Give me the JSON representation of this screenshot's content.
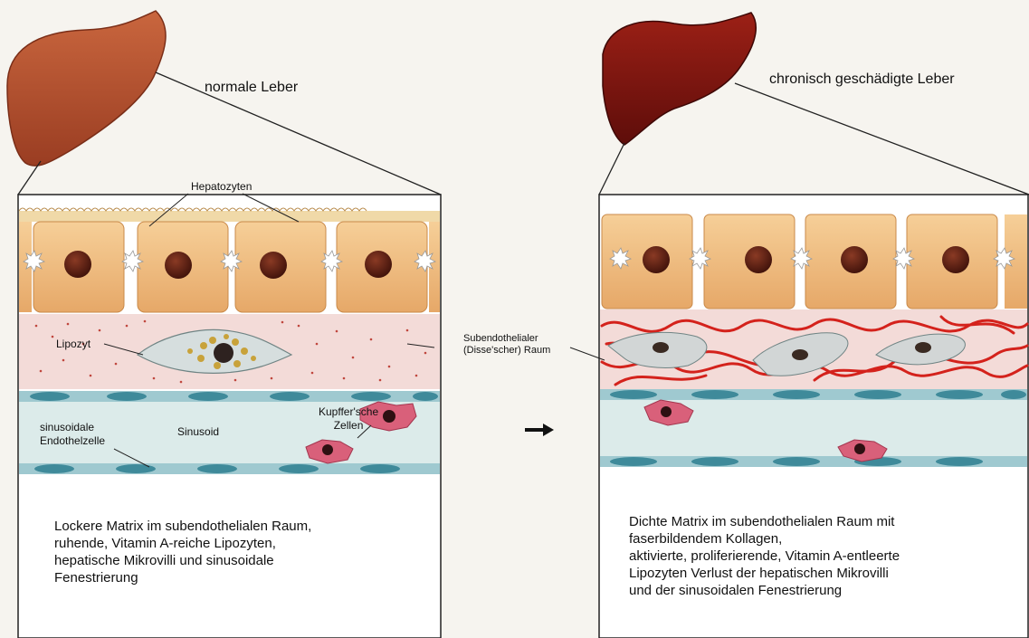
{
  "labels": {
    "normal_liver": "normale Leber",
    "damaged_liver": "chronisch geschädigte Leber",
    "hepatocytes": "Hepatozyten",
    "lipocyte": "Lipozyt",
    "subendothelial_space": "Subendothelialer\n(Disse'scher) Raum",
    "sinusoid": "Sinusoid",
    "endothelial_cell": "sinusoidale\nEndothelzelle",
    "kupffer_cells": "Kupffer'sche\nZellen"
  },
  "descriptions": {
    "normal": "Lockere Matrix im subendothelialen Raum,\nruhende, Vitamin A-reiche Lipozyten,\nhepatische Mikrovilli und sinusoidale\nFenestrierung",
    "damaged": "Dichte Matrix im subendothelialen Raum mit\nfaserbildendem Kollagen,\naktivierte, proliferierende, Vitamin A-entleerte\nLipozyten Verlust der hepatischen Mikrovilli\nund der sinusoidalen Fenestrierung"
  },
  "colors": {
    "liver_normal": "#b5532f",
    "liver_damaged": "#7a1410",
    "hepatocyte": "#f2c48a",
    "nucleus": "#5a1e12",
    "disse_normal": "#f3dbd8",
    "collagen": "#d4221c",
    "sinusoid": "#dcebea",
    "endothelium": "#3f8a9a",
    "kupffer": "#d9607a"
  },
  "arrow": "arrow-right-icon"
}
